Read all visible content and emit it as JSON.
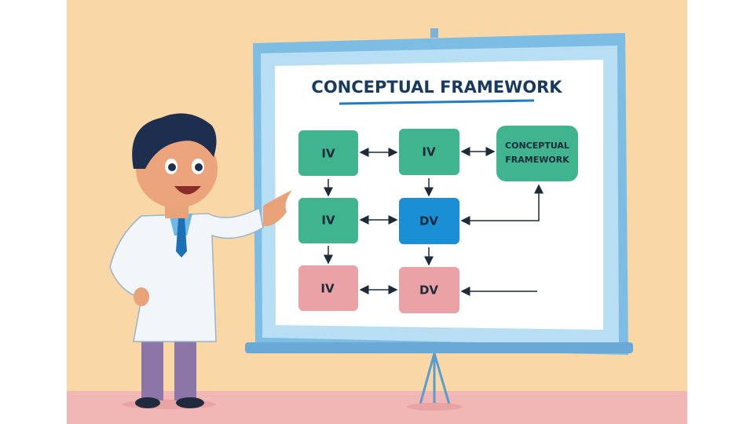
{
  "board": {
    "title": "CONCEPTUAL FRAMEWORK",
    "nodes": [
      {
        "id": "iv1",
        "label": "IV",
        "color": "#3fb48f"
      },
      {
        "id": "iv2",
        "label": "IV",
        "color": "#3fb48f"
      },
      {
        "id": "cf",
        "label_line1": "CONCEPTUAL",
        "label_line2": "FRAMEWORK",
        "color": "#3fb48f"
      },
      {
        "id": "iv3",
        "label": "IV",
        "color": "#3fb48f"
      },
      {
        "id": "dv1",
        "label": "DV",
        "color": "#1a8fd6"
      },
      {
        "id": "iv4",
        "label": "IV",
        "color": "#eba2a6"
      },
      {
        "id": "dv2",
        "label": "DV",
        "color": "#eba2a6"
      }
    ]
  },
  "colors": {
    "wall": "#f9d7a6",
    "floor": "#f1b7b4",
    "frame": "#7dbde4",
    "title": "#173a5e",
    "arrow": "#1c2a3a"
  }
}
